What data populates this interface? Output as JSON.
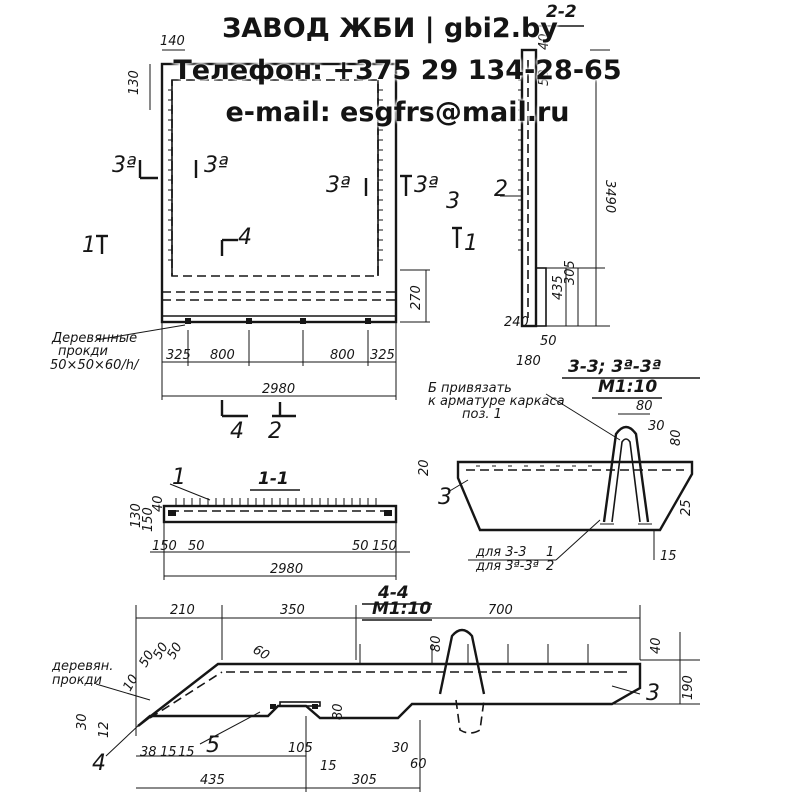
{
  "header": {
    "line1": "ЗАВОД ЖБИ | gbi2.by",
    "line2": "Телефон: +375 29 134-28-65",
    "line3": "e-mail: esgfrs@mail.ru"
  },
  "labels": {
    "sec_2_2": "2-2",
    "sec_1_1": "1-1",
    "sec_3_3": "3-3; 3ª-3ª",
    "scale_3": "M1:10",
    "sec_4_4": "4-4",
    "scale_4": "M1:10",
    "cut_3a_left": "3ª",
    "cut_3a_left2": "3ª",
    "cut_3a_mid": "3ª",
    "cut_3a_mid2": "3ª",
    "cut_1_left": "1",
    "cut_1_right": "1",
    "cut_4_top": "4",
    "cut_4_bottom": "4",
    "cut_2_bottom": "2",
    "pos_2": "2",
    "pos_1": "1",
    "pos_3_right": "3",
    "pos_3_sec": "3",
    "pos_3_sec4": "3",
    "pos_4_sec4": "4",
    "pos_5_sec4": "5",
    "wood_pads": "Деревянные",
    "wood_pads2": "прокди",
    "wood_pads3": "50×50×60/h/",
    "weld_note1": "Б привязать",
    "weld_note2": "к арматуре каркаса",
    "weld_note3": "поз. 1",
    "for_33": "для 3-3",
    "for_33_val": "1",
    "for_3a": "для 3ª-3ª",
    "for_3a_val": "2",
    "wood4a": "деревян.",
    "wood4b": "прокди"
  },
  "dims": {
    "d140": "140",
    "d130": "130",
    "d270": "270",
    "d240": "240",
    "d325a": "325",
    "d800a": "800",
    "d800b": "800",
    "d325b": "325",
    "d2980": "2980",
    "d3490": "3490",
    "d435": "435",
    "d305": "305",
    "d50": "50",
    "d180": "180",
    "d40s2": "40",
    "d50s2": "50",
    "d130b": "130",
    "d150l": "150",
    "d40b": "40",
    "d150": "150",
    "d50b": "50",
    "d50c": "50",
    "d150r": "150",
    "d2980b": "2980",
    "d80": "80",
    "d30": "30",
    "d80v": "80",
    "d20": "20",
    "d25": "25",
    "d15": "15",
    "d210": "210",
    "d350": "350",
    "d700": "700",
    "d40": "40",
    "d190": "190",
    "d80c": "80",
    "d60": "60",
    "d50d": "50",
    "d50e": "50",
    "d30b": "30",
    "d80d": "80",
    "d105": "105",
    "d15b": "15",
    "d435b": "435",
    "d305b": "305",
    "d30c": "30",
    "d60b": "60",
    "d38": "38",
    "d15c": "15",
    "d15d": "15",
    "d10": "10",
    "d50f": "50",
    "d12": "12"
  }
}
